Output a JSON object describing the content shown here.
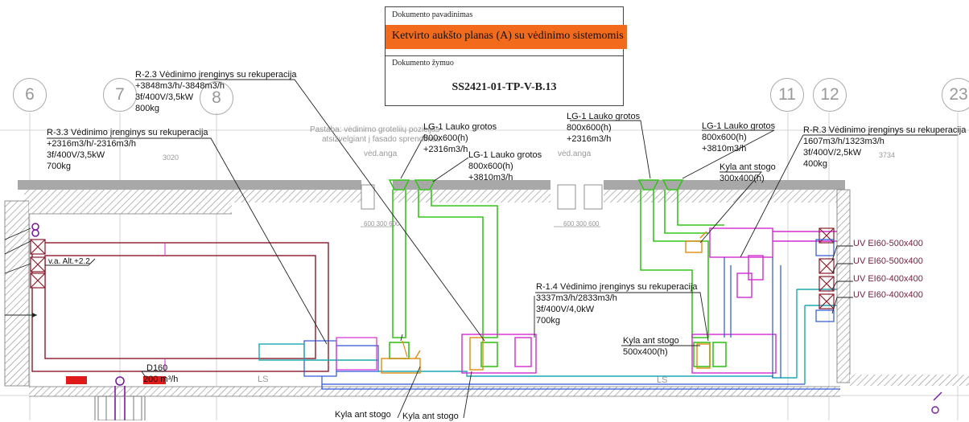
{
  "title_block": {
    "name_label": "Dokumento pavadinimas",
    "name_value": "Ketvirto aukšto planas (A) su vėdinimo sistemomis",
    "code_label": "Dokumento žymuo",
    "code_value": "SS2421-01-TP-V-B.13"
  },
  "axes": [
    "6",
    "7",
    "8",
    "11",
    "12",
    "23"
  ],
  "note": {
    "line1": "Pastaba: vėdinimo groteliių pozicijas",
    "line2": "atsižvelgiant į fasado sprendimus",
    "ved_anga_1": "vėd.anga",
    "ved_anga_2": "vėd.anga"
  },
  "dimensions": {
    "d1": "3020",
    "d2": "3734",
    "d3": "600 300 600",
    "d4": "600 300 600"
  },
  "labels": {
    "r23": {
      "title": "R-2.3 Vėdinimo įrenginys su rekuperacija",
      "flow": "+3848m3/h/-3848m3/h",
      "power": "3f/400V/3,5kW",
      "mass": "800kg"
    },
    "r33": {
      "title": "R-3.3 Vėdinimo įrenginys su rekuperacija",
      "flow": "+2316m3/h/-2316m3/h",
      "power": "3f/400V/3,5kW",
      "mass": "700kg"
    },
    "lg1_a": {
      "title": "LG-1 Lauko grotos",
      "size": "800x600(h)",
      "flow": "+2316m3/h"
    },
    "lg1_b": {
      "title": "LG-1 Lauko grotos",
      "size": "800x600(h)",
      "flow": "+3810m3/h"
    },
    "lg1_c": {
      "title": "LG-1 Lauko grotos",
      "size": "800x600(h)",
      "flow": "+2316m3/h"
    },
    "lg1_d": {
      "title": "LG-1 Lauko grotos",
      "size": "800x600(h)",
      "flow": "+3810m3/h"
    },
    "rr3": {
      "title": "R-R.3 Vėdinimo įrenginys su rekuperacija",
      "flow": "1607m3/h/1323m3/h",
      "power": "3f/400V/2,5kW",
      "mass": "400kg"
    },
    "kyla_300": {
      "title": "Kyla ant stogo",
      "size": "300x400(h)"
    },
    "r14": {
      "title": "R-1.4 Vėdinimo įrenginys su rekuperacija",
      "flow": "3337m3/h/2833m3/h",
      "power": "3f/400V/4,0kW",
      "mass": "700kg"
    },
    "kyla_500": {
      "title": "Kyla ant stogo",
      "size": "500x400(h)"
    },
    "kyla_bottom_1": "Kyla ant stogo",
    "kyla_bottom_2": "Kyla ant stogo",
    "va_alt": "v.a. Alt.+2.2",
    "d160": "D160",
    "d160_flow": "200 m³/h",
    "uv": [
      "UV EI60-500x400",
      "UV EI60-500x400",
      "UV EI60-400x400",
      "UV EI60-400x400"
    ],
    "ls1": "LS",
    "ls2": "LS"
  },
  "colors": {
    "supply_green": "#35c51a",
    "extract_magenta": "#d12cd1",
    "outdoor_cyan": "#1aa7b5",
    "duct_blue": "#2a55d6",
    "dark_red_duct": "#8a1a2a",
    "orange_unit": "#e08a10",
    "highlight_orange": "#f26a1b",
    "wall_gray": "#9a9a9a",
    "red_block": "#e01a1a",
    "purple_riser": "#7a1aa0"
  }
}
